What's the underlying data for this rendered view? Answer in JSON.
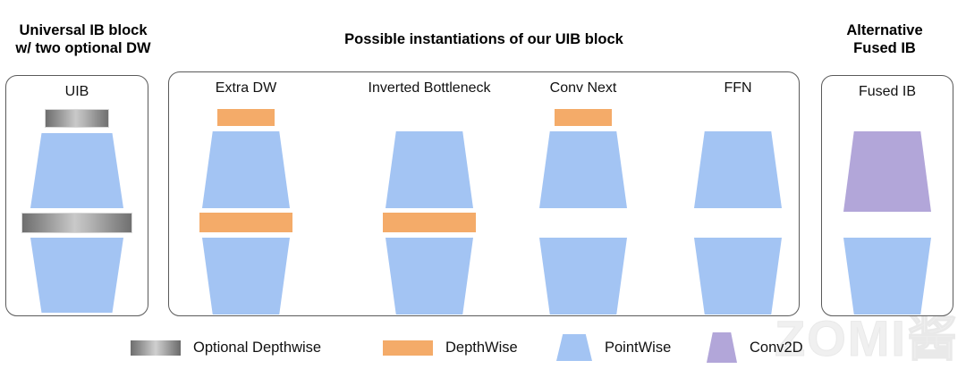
{
  "figure": {
    "watermark": "ZOMI酱",
    "groups": [
      {
        "id": "left",
        "title": "Universal IB block\nw/ two optional DW"
      },
      {
        "id": "mid",
        "title": "Possible instantiations of our UIB block"
      },
      {
        "id": "right",
        "title": "Alternative\nFused IB"
      }
    ]
  },
  "blocks": {
    "uib": {
      "label": "UIB"
    },
    "extradw": {
      "label": "Extra DW"
    },
    "ibn": {
      "label": "Inverted Bottleneck"
    },
    "convnext": {
      "label": "Conv Next"
    },
    "ffn": {
      "label": "FFN"
    },
    "fusedib": {
      "label": "Fused IB"
    }
  },
  "legend": {
    "items": [
      {
        "label": "Optional Depthwise",
        "swatch": "gray-gradient-bar",
        "color": "#8f8f8f"
      },
      {
        "label": "DepthWise",
        "swatch": "orange-bar",
        "color": "#f4ab69"
      },
      {
        "label": "PointWise",
        "swatch": "blue-trapezoid",
        "color": "#a3c4f3"
      },
      {
        "label": "Conv2D",
        "swatch": "purple-trapezoid",
        "color": "#b2a6d9"
      }
    ]
  },
  "colors": {
    "depthwise_orange": "#f4ab69",
    "pointwise_blue": "#a3c4f3",
    "conv2d_purple": "#b2a6d9",
    "optional_dw_gray": "#8f8f8f",
    "panel_border": "#5a5a5a",
    "background": "#ffffff"
  },
  "diagram_data": {
    "type": "diagram",
    "description": "Universal Inverted Bottleneck (UIB) block and its instantiations",
    "blocks": [
      {
        "name": "UIB",
        "group": "Universal IB block w/ two optional DW",
        "layers": [
          {
            "kind": "optional-depthwise",
            "shape": "bar",
            "width": "narrow"
          },
          {
            "kind": "pointwise",
            "shape": "trap-up",
            "note": "expand"
          },
          {
            "kind": "optional-depthwise",
            "shape": "bar",
            "width": "wide"
          },
          {
            "kind": "pointwise",
            "shape": "trap-down",
            "note": "project"
          }
        ]
      },
      {
        "name": "Extra DW",
        "group": "Possible instantiations of our UIB block",
        "layers": [
          {
            "kind": "depthwise",
            "shape": "bar",
            "width": "narrow"
          },
          {
            "kind": "pointwise",
            "shape": "trap-up"
          },
          {
            "kind": "depthwise",
            "shape": "bar",
            "width": "wide"
          },
          {
            "kind": "pointwise",
            "shape": "trap-down"
          }
        ]
      },
      {
        "name": "Inverted Bottleneck",
        "group": "Possible instantiations of our UIB block",
        "layers": [
          {
            "kind": "pointwise",
            "shape": "trap-up"
          },
          {
            "kind": "depthwise",
            "shape": "bar",
            "width": "wide"
          },
          {
            "kind": "pointwise",
            "shape": "trap-down"
          }
        ]
      },
      {
        "name": "Conv Next",
        "group": "Possible instantiations of our UIB block",
        "layers": [
          {
            "kind": "depthwise",
            "shape": "bar",
            "width": "narrow"
          },
          {
            "kind": "pointwise",
            "shape": "trap-up"
          },
          {
            "kind": "pointwise",
            "shape": "trap-down"
          }
        ]
      },
      {
        "name": "FFN",
        "group": "Possible instantiations of our UIB block",
        "layers": [
          {
            "kind": "pointwise",
            "shape": "trap-up"
          },
          {
            "kind": "pointwise",
            "shape": "trap-down"
          }
        ]
      },
      {
        "name": "Fused IB",
        "group": "Alternative Fused IB",
        "layers": [
          {
            "kind": "conv2d",
            "shape": "trap-up"
          },
          {
            "kind": "pointwise",
            "shape": "trap-down"
          }
        ]
      }
    ]
  }
}
